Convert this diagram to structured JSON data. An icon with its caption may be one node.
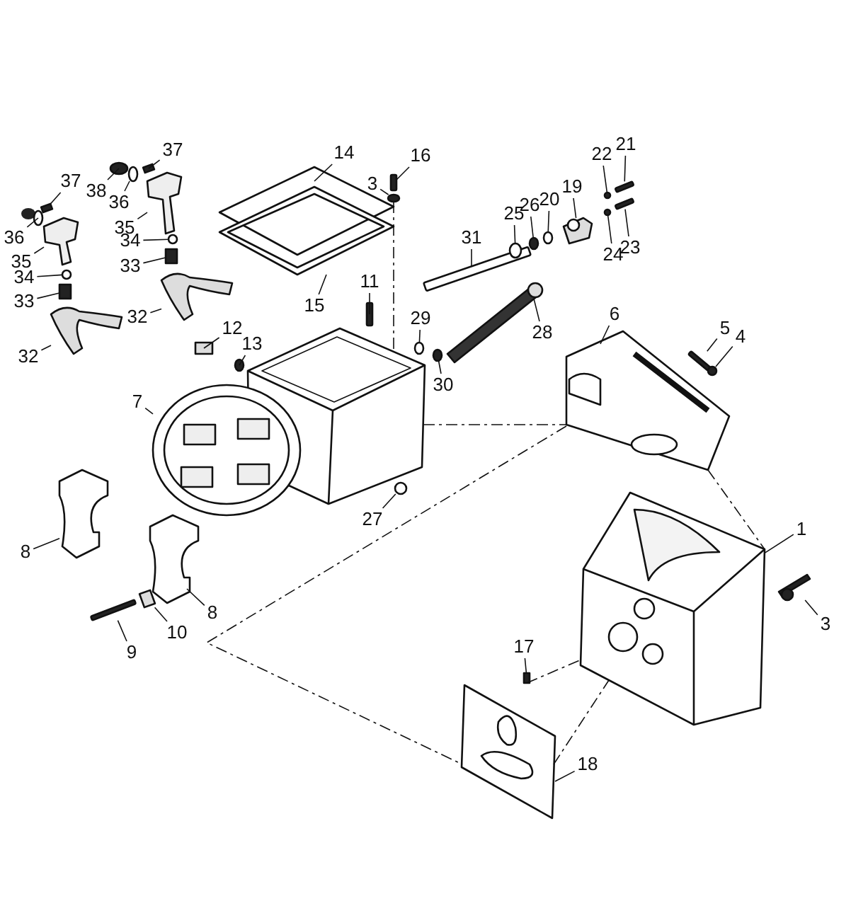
{
  "diagram": {
    "nodes": [
      {
        "text": [
          "37"
        ]
      },
      {
        "text": [
          "38"
        ]
      },
      {
        "text": [
          "36"
        ]
      },
      {
        "text": [
          "37"
        ]
      },
      {
        "text": [
          "36"
        ]
      },
      {
        "text": [
          "35"
        ]
      },
      {
        "text": [
          "35"
        ]
      },
      {
        "text": [
          "34"
        ]
      },
      {
        "text": [
          "33"
        ]
      },
      {
        "text": [
          "34"
        ]
      },
      {
        "text": [
          "33"
        ]
      },
      {
        "text": [
          "32"
        ]
      },
      {
        "text": [
          "32"
        ]
      },
      {
        "text": [
          "14"
        ]
      },
      {
        "text": [
          "16"
        ]
      },
      {
        "text": [
          "3"
        ]
      },
      {
        "text": [
          "15"
        ]
      },
      {
        "text": [
          "11"
        ]
      },
      {
        "text": [
          "12"
        ]
      },
      {
        "text": [
          "13"
        ]
      },
      {
        "text": [
          "29"
        ]
      },
      {
        "text": [
          "30"
        ]
      },
      {
        "text": [
          "31"
        ]
      },
      {
        "text": [
          "25"
        ]
      },
      {
        "text": [
          "26"
        ]
      },
      {
        "text": [
          "20"
        ]
      },
      {
        "text": [
          "19"
        ]
      },
      {
        "text": [
          "22"
        ]
      },
      {
        "text": [
          "21"
        ]
      },
      {
        "text": [
          "24"
        ]
      },
      {
        "text": [
          "23"
        ]
      },
      {
        "text": [
          "28"
        ]
      },
      {
        "text": [
          "6"
        ]
      },
      {
        "text": [
          "5"
        ]
      },
      {
        "text": [
          "4"
        ]
      },
      {
        "text": [
          "7"
        ]
      },
      {
        "text": [
          "8"
        ]
      },
      {
        "text": [
          "8"
        ]
      },
      {
        "text": [
          "9"
        ]
      },
      {
        "text": [
          "10"
        ]
      },
      {
        "text": [
          "27"
        ]
      },
      {
        "text": [
          "1"
        ]
      },
      {
        "text": [
          "3"
        ]
      },
      {
        "text": [
          "17"
        ]
      },
      {
        "text": [
          "18"
        ]
      },
      {
        "text": [],
        "shape": "box"
      },
      {
        "text": [],
        "shape": "circle"
      },
      {
        "text": [],
        "shape": "circle"
      },
      {
        "text": [],
        "shape": "box"
      },
      {
        "text": [],
        "shape": "circle"
      },
      {
        "text": [],
        "shape": "picture"
      },
      {
        "text": [],
        "shape": "picture"
      },
      {
        "text": [],
        "shape": "circle"
      },
      {
        "text": [],
        "shape": "box"
      },
      {
        "text": [],
        "shape": "circle"
      },
      {
        "text": [],
        "shape": "box"
      },
      {
        "text": [],
        "shape": "picture"
      },
      {
        "text": [],
        "shape": "picture"
      },
      {
        "text": [],
        "shape": "picture"
      },
      {
        "text": [],
        "shape": "bar"
      },
      {
        "text": [],
        "shape": "circle"
      },
      {
        "text": [],
        "shape": "picture"
      },
      {
        "text": [],
        "shape": "bar"
      },
      {
        "text": [],
        "shape": "box"
      },
      {
        "text": [],
        "shape": "circle"
      },
      {
        "text": [],
        "shape": "circle"
      },
      {
        "text": [],
        "shape": "circle"
      },
      {
        "text": [],
        "shape": "bar"
      },
      {
        "text": [],
        "shape": "circle"
      },
      {
        "text": [],
        "shape": "circle"
      },
      {
        "text": [],
        "shape": "circle"
      },
      {
        "text": [],
        "shape": "picture"
      },
      {
        "text": [],
        "shape": "circle"
      },
      {
        "text": [],
        "shape": "bar"
      },
      {
        "text": [],
        "shape": "circle"
      },
      {
        "text": [],
        "shape": "bar"
      },
      {
        "text": [],
        "shape": "picture"
      },
      {
        "text": [],
        "shape": "picture"
      },
      {
        "text": [],
        "shape": "bar"
      },
      {
        "text": [],
        "shape": "circle"
      },
      {
        "text": [],
        "shape": "picture"
      },
      {
        "text": [],
        "shape": "picture"
      },
      {
        "text": [],
        "shape": "picture"
      },
      {
        "text": [],
        "shape": "bar"
      },
      {
        "text": [],
        "shape": "box"
      },
      {
        "text": [],
        "shape": "circle"
      },
      {
        "text": [],
        "shape": "picture"
      },
      {
        "text": [],
        "shape": "picture"
      },
      {
        "text": [],
        "shape": "box"
      },
      {
        "text": [],
        "shape": "picture"
      }
    ],
    "edges": [
      {
        "from": 0,
        "to": 45,
        "arrow": "none"
      },
      {
        "from": 1,
        "to": 46,
        "arrow": "none"
      },
      {
        "from": 2,
        "to": 47,
        "arrow": "none"
      },
      {
        "from": 3,
        "to": 48,
        "arrow": "none"
      },
      {
        "from": 4,
        "to": 49,
        "arrow": "none"
      },
      {
        "from": 5,
        "to": 50,
        "arrow": "none"
      },
      {
        "from": 6,
        "to": 51,
        "arrow": "none"
      },
      {
        "from": 7,
        "to": 52,
        "arrow": "none"
      },
      {
        "from": 8,
        "to": 53,
        "arrow": "none"
      },
      {
        "from": 9,
        "to": 54,
        "arrow": "none"
      },
      {
        "from": 10,
        "to": 55,
        "arrow": "none"
      },
      {
        "from": 11,
        "to": 56,
        "arrow": "none"
      },
      {
        "from": 12,
        "to": 57,
        "arrow": "none"
      },
      {
        "from": 13,
        "to": 58,
        "arrow": "none"
      },
      {
        "from": 14,
        "to": 59,
        "arrow": "none"
      },
      {
        "from": 15,
        "to": 60,
        "arrow": "none"
      },
      {
        "from": 16,
        "to": 61,
        "arrow": "none"
      },
      {
        "from": 17,
        "to": 62,
        "arrow": "none"
      },
      {
        "from": 18,
        "to": 63,
        "arrow": "none"
      },
      {
        "from": 19,
        "to": 64,
        "arrow": "none"
      },
      {
        "from": 20,
        "to": 65,
        "arrow": "none"
      },
      {
        "from": 21,
        "to": 66,
        "arrow": "none"
      },
      {
        "from": 22,
        "to": 67,
        "arrow": "none"
      },
      {
        "from": 23,
        "to": 68,
        "arrow": "none"
      },
      {
        "from": 24,
        "to": 69,
        "arrow": "none"
      },
      {
        "from": 25,
        "to": 70,
        "arrow": "none"
      },
      {
        "from": 26,
        "to": 71,
        "arrow": "none"
      },
      {
        "from": 27,
        "to": 72,
        "arrow": "none"
      },
      {
        "from": 28,
        "to": 73,
        "arrow": "none"
      },
      {
        "from": 29,
        "to": 74,
        "arrow": "none"
      },
      {
        "from": 30,
        "to": 75,
        "arrow": "none"
      },
      {
        "from": 31,
        "to": 76,
        "arrow": "none"
      },
      {
        "from": 32,
        "to": 77,
        "arrow": "none"
      },
      {
        "from": 33,
        "to": 78,
        "arrow": "none"
      },
      {
        "from": 34,
        "to": 79,
        "arrow": "none"
      },
      {
        "from": 35,
        "to": 80,
        "arrow": "none"
      },
      {
        "from": 36,
        "to": 81,
        "arrow": "none"
      },
      {
        "from": 37,
        "to": 82,
        "arrow": "none"
      },
      {
        "from": 38,
        "to": 83,
        "arrow": "none"
      },
      {
        "from": 39,
        "to": 84,
        "arrow": "none"
      },
      {
        "from": 40,
        "to": 85,
        "arrow": "none"
      },
      {
        "from": 41,
        "to": 86,
        "arrow": "none"
      },
      {
        "from": 42,
        "to": 87,
        "arrow": "none"
      },
      {
        "from": 43,
        "to": 88,
        "arrow": "none"
      },
      {
        "from": 44,
        "to": 89,
        "arrow": "none"
      },
      {
        "from": 60,
        "to": 80,
        "arrow": "none",
        "style": "dashed"
      },
      {
        "from": 80,
        "to": 77,
        "arrow": "none",
        "style": "dashed"
      },
      {
        "from": 77,
        "to": 89,
        "arrow": "none",
        "style": "dashed"
      },
      {
        "from": 88,
        "to": 86,
        "arrow": "none",
        "style": "dashed"
      },
      {
        "from": 89,
        "to": 86,
        "arrow": "none",
        "style": "dashed"
      },
      {
        "from": 77,
        "to": 86,
        "arrow": "none",
        "style": "dashed"
      }
    ]
  }
}
